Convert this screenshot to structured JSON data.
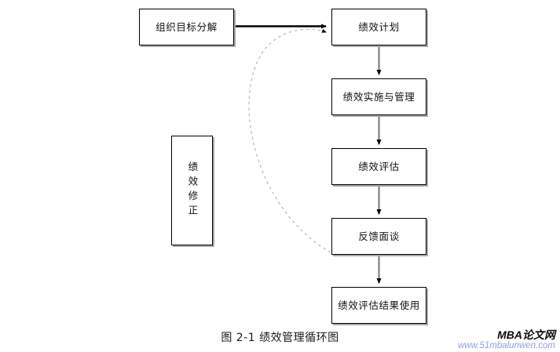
{
  "figure": {
    "caption": "图 2-1  绩效管理循环图",
    "nodes": {
      "org_goal": "组织目标分解",
      "perf_plan": "绩效计划",
      "perf_impl": "绩效实施与管理",
      "perf_eval": "绩效评估",
      "feedback": "反馈面谈",
      "result_use": "绩效评估结果使用",
      "perf_revise": "绩效修正"
    },
    "colors": {
      "box_border": "#000000",
      "box_shadow": "#a8a8a8",
      "solid_connector": "#000000",
      "vertical_connector": "#808080",
      "dashed_connector": "#b0b0b0",
      "background": "#ffffff"
    }
  },
  "watermark": {
    "brand": "MBA论文网",
    "url": "www.51mbalunwen.com",
    "brand_color": "#0d0d0d",
    "url_color": "#8f9fe8"
  }
}
